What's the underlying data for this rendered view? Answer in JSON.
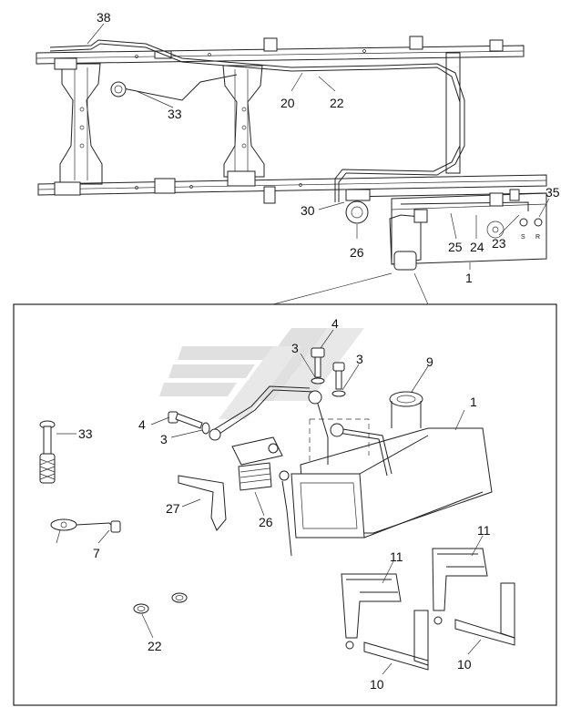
{
  "diagram": {
    "top_callouts": [
      "38",
      "33",
      "20",
      "22",
      "30",
      "26",
      "25",
      "24",
      "23",
      "35",
      "1"
    ],
    "tank_ports": [
      "S",
      "R"
    ],
    "detail_callouts": [
      "4",
      "3",
      "3",
      "9",
      "1",
      "4",
      "3",
      "33",
      "27",
      "26",
      "7",
      "11",
      "11",
      "22",
      "10",
      "10"
    ],
    "watermark_color": "#c8c8c8",
    "line_color": "#222222"
  }
}
